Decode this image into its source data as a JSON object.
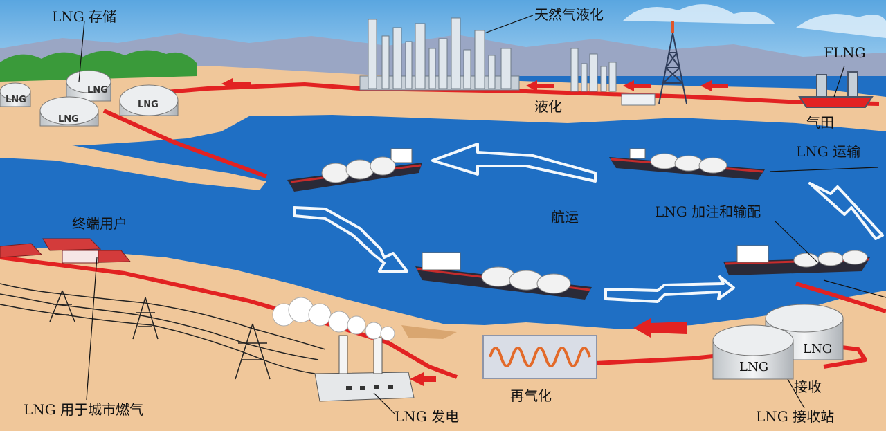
{
  "labels": {
    "lng_storage": "LNG 存储",
    "gas_liquefaction": "天然气液化",
    "flng": "FLNG",
    "liquefaction": "液化",
    "gas_field": "气田",
    "lng_transport": "LNG 运输",
    "end_users": "终端用户",
    "shipping": "航运",
    "bunkering": "LNG 加注和输配",
    "city_gas": "LNG 用于城市燃气",
    "power": "LNG 发电",
    "regasification": "再气化",
    "receiving": "接收",
    "terminal": "LNG 接收站"
  },
  "tanks": {
    "tank_text": "LNG"
  },
  "colors": {
    "sky": "#79b8e6",
    "sea": "#1f6fc4",
    "land": "#f0c79a",
    "pipeline": "#e22222",
    "grass": "#3a9a3a"
  }
}
